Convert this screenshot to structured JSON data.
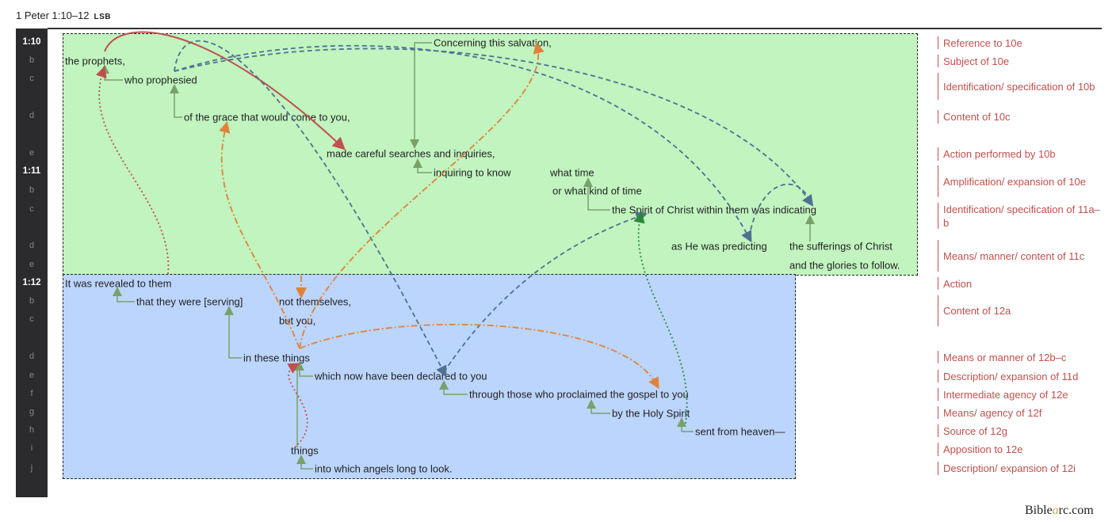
{
  "header": {
    "title": "1 Peter 1:10–12",
    "version": "LSB"
  },
  "gutter": [
    {
      "label": "1:10",
      "verse": true
    },
    {
      "label": "b"
    },
    {
      "label": "c"
    },
    {
      "label": "d"
    },
    {
      "label": "e"
    },
    {
      "label": "1:11",
      "verse": true
    },
    {
      "label": "b"
    },
    {
      "label": "c"
    },
    {
      "label": "d"
    },
    {
      "label": "e"
    },
    {
      "label": "1:12",
      "verse": true
    },
    {
      "label": "b"
    },
    {
      "label": "c"
    },
    {
      "label": "d"
    },
    {
      "label": "e"
    },
    {
      "label": "f"
    },
    {
      "label": "g"
    },
    {
      "label": "h"
    },
    {
      "label": "i"
    },
    {
      "label": "j"
    }
  ],
  "phrases": [
    "the prophets,",
    "who prophesied",
    "of the grace that would come to you,",
    "Concerning this salvation,",
    "made careful searches and inquiries,",
    "inquiring to know",
    "what time",
    "or what kind of time",
    "the Spirit of Christ within them was indicating",
    "as He was predicting",
    "the sufferings of Christ",
    "and the glories to follow.",
    "It was revealed to them",
    "that they were [serving]",
    "not themselves,",
    "but you,",
    "in these things",
    "which now have been declared to you",
    "through those who proclaimed the gospel to you",
    "by the Holy Spirit",
    "sent from heaven—",
    "things",
    "into which angels long to look."
  ],
  "notes": [
    "Reference to 10e",
    "Subject of 10e",
    "Identification/ specification of 10b",
    "Content of 10c",
    "Action performed by 10b",
    "Amplification/ expansion of 10e",
    "Identification/ specification of 11a–b",
    "Means/ manner/ content of 11c",
    "Action",
    "Content of 12a",
    "Means or manner of 12b–c",
    "Description/ expansion of 11d",
    "Intermediate agency of 12e",
    "Means/ agency of 12f",
    "Source of 12g",
    "Apposition to 12e",
    "Description/ expansion of 12i"
  ],
  "logo": "Biblearc.com",
  "colors": {
    "green_box": "#c1f4bf",
    "blue_box": "#bcd5fd",
    "note": "#c0504d",
    "connector": "#7aa06a"
  }
}
